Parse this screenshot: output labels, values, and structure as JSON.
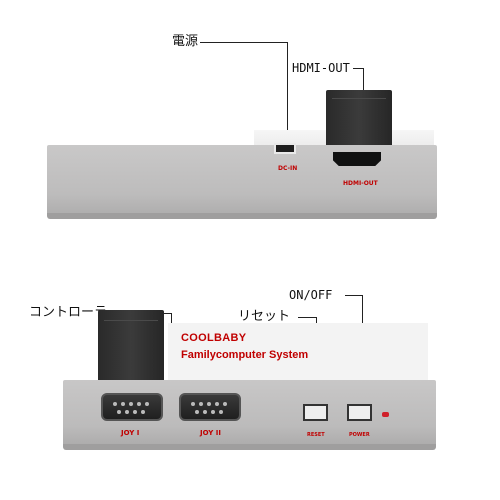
{
  "top_view": {
    "callouts": {
      "power": "電源",
      "hdmi": "HDMI-OUT"
    },
    "ports": {
      "dc_in": "DC-IN",
      "hdmi_out": "HDMI-OUT"
    }
  },
  "bottom_view": {
    "callouts": {
      "controller": "コントローラー",
      "reset": "リセット",
      "onoff": "ON/OFF"
    },
    "brand": {
      "title": "COOLBABY",
      "subtitle": "Familycomputer  System"
    },
    "ports": {
      "joy1": "JOY I",
      "joy2": "JOY II",
      "reset": "RESET",
      "power": "POWER"
    }
  },
  "colors": {
    "accent_label": "#c00000",
    "console_body": "#c0bfbf",
    "dongle": "#2e2e2e",
    "led": "#d0202a"
  }
}
